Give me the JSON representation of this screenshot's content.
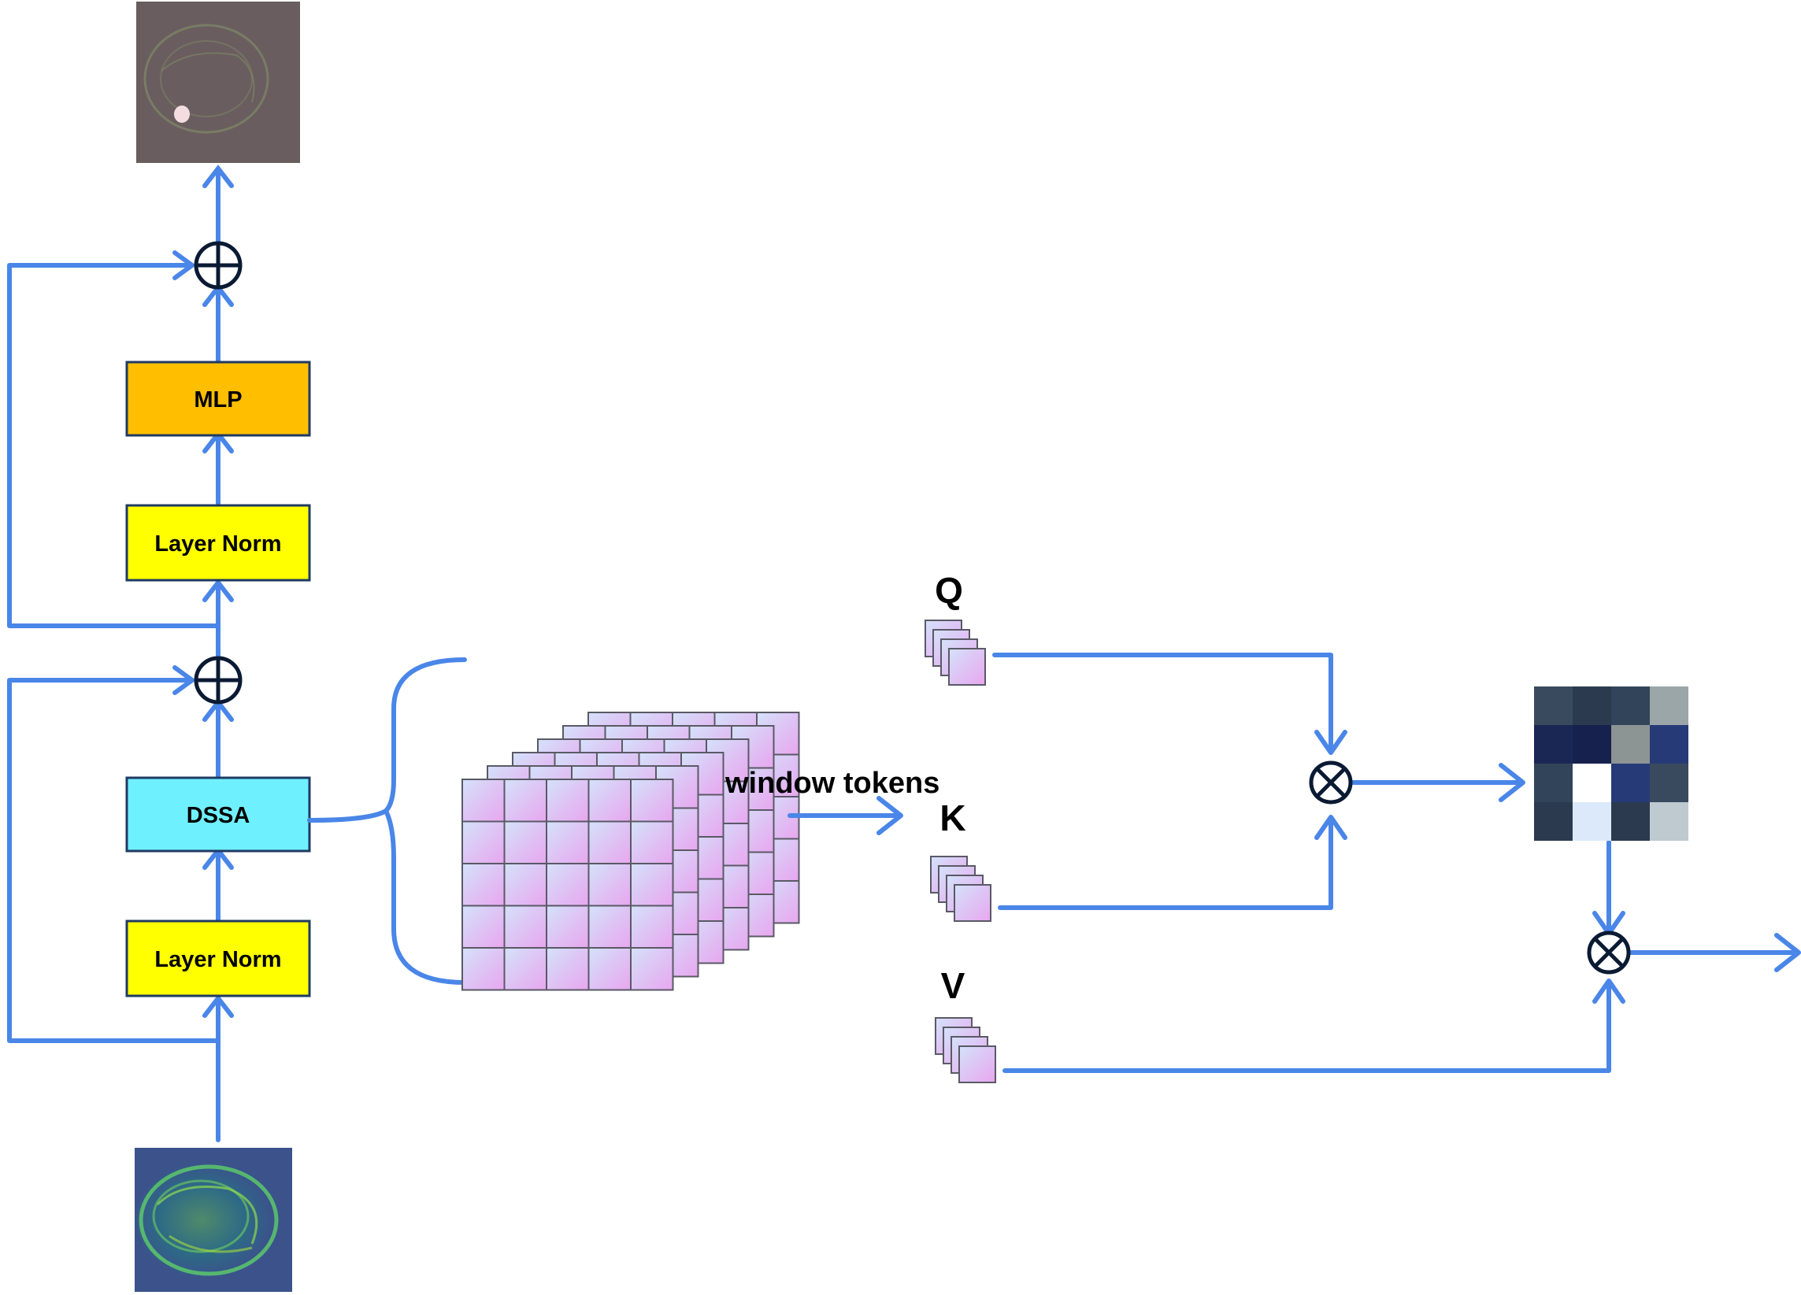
{
  "blocks": {
    "mlp": "MLP",
    "layer_norm_top": "Layer Norm",
    "layer_norm_bottom": "Layer Norm",
    "dssa": "DSSA"
  },
  "labels": {
    "window_tokens": "window tokens",
    "q": "Q",
    "k": "K",
    "v": "V"
  },
  "colors": {
    "arrow": "#4a86e8",
    "mlp": "#ffbf00",
    "layer_norm": "#ffff00",
    "dssa": "#6ff0ff",
    "box_border": "#1f3a63",
    "token_light": "#d4e2fa",
    "token_pink": "#e8a6ef"
  },
  "attention_matrix": [
    [
      "#3a4a5e",
      "#2b3a4e",
      "#324459",
      "#9aa6a8"
    ],
    [
      "#1a2755",
      "#16214d",
      "#8c9494",
      "#273a78"
    ],
    [
      "#32445a",
      "#ffffff",
      "#273a78",
      "#3a4a5e"
    ],
    [
      "#2b3a4e",
      "#dbe9fa",
      "#2b3a4e",
      "#bfc9d0"
    ]
  ]
}
